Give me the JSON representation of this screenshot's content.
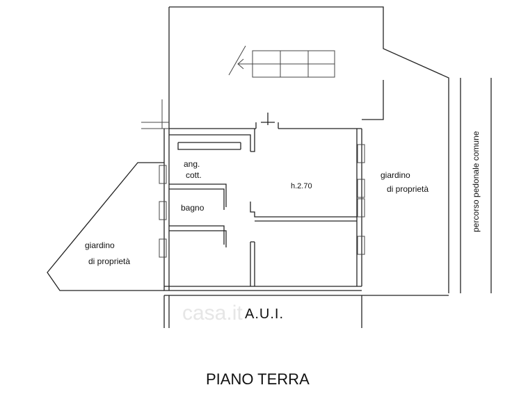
{
  "rooms": {
    "kitchen_line1": "ang.",
    "kitchen_line2": "cott.",
    "bathroom": "bagno",
    "height": "h.2.70"
  },
  "gardens": {
    "right_line1": "giardino",
    "right_line2": "di proprietà",
    "left_line1": "giardino",
    "left_line2": "di proprietà"
  },
  "path_label": "percorso pedonale comune",
  "aui_label": "A.U.I.",
  "watermark": "casa.it",
  "floor_title": "PIANO TERRA"
}
